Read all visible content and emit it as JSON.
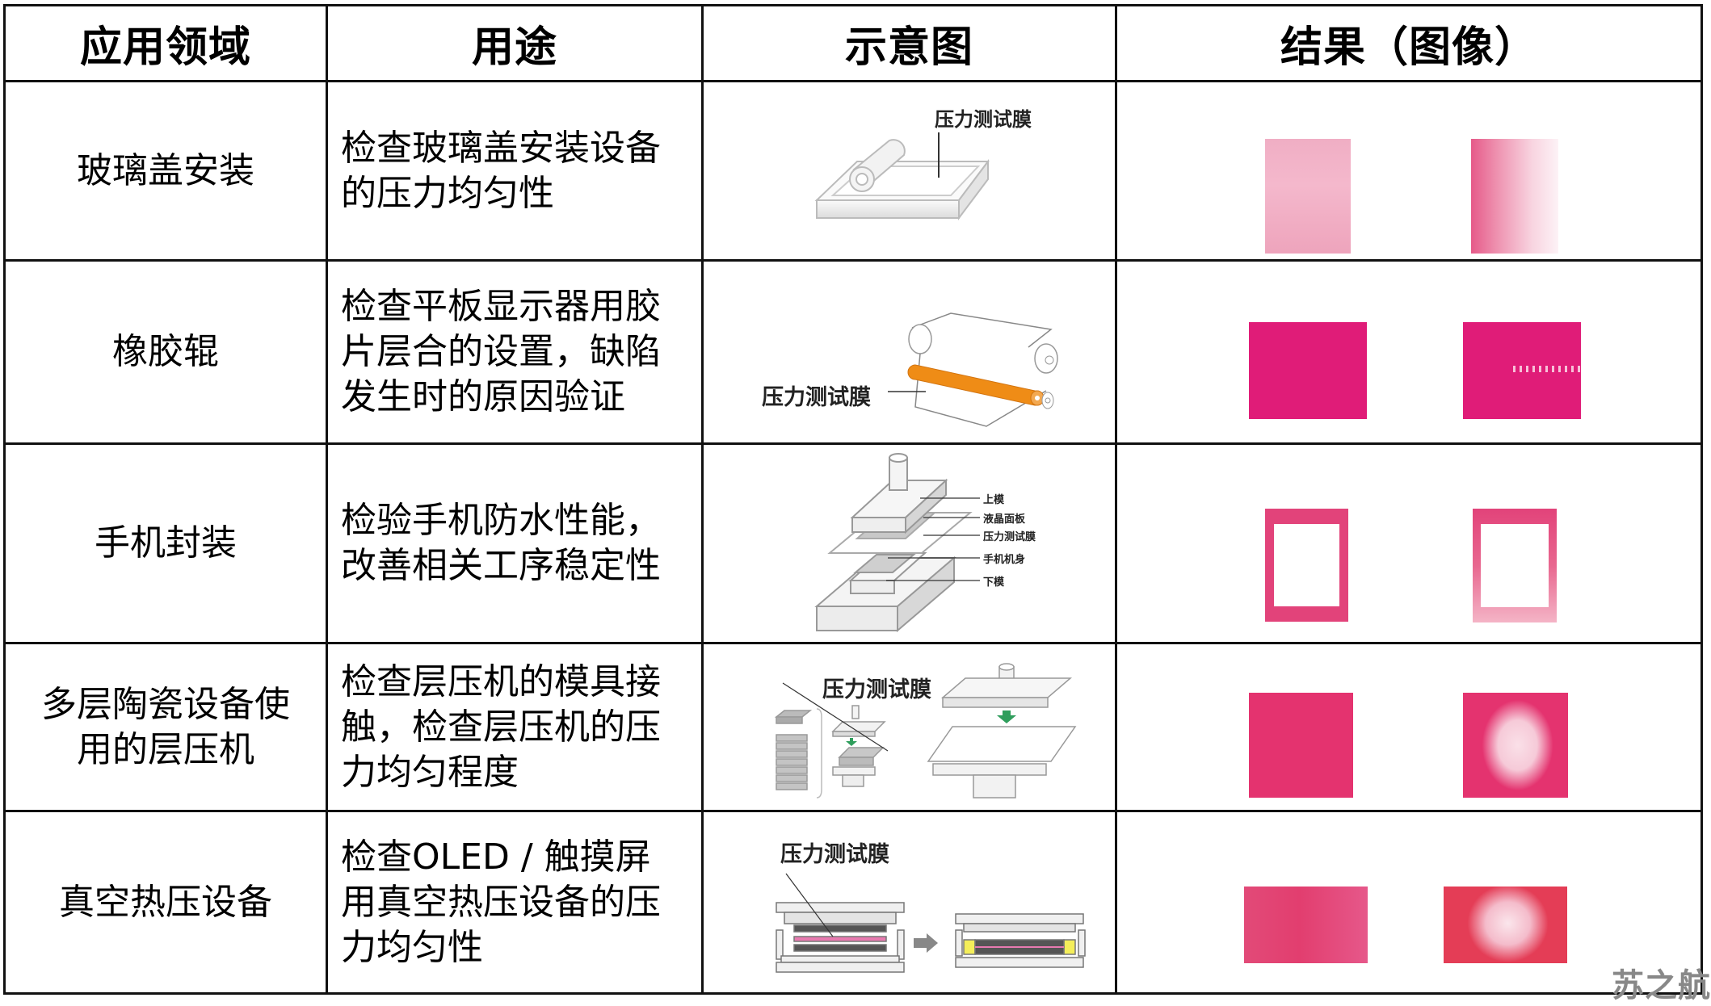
{
  "table": {
    "headers": [
      "应用领域",
      "用途",
      "示意图",
      "结果（图像）"
    ],
    "rows": [
      {
        "field": "玻璃盖安装",
        "purpose": "检查玻璃盖安装设备的压力均匀性",
        "purpose_lines": [
          "检查玻璃盖安装设备",
          "的压力均匀性"
        ],
        "diagram": {
          "type": "roller-on-frame",
          "labels": [
            "压力测试膜"
          ]
        },
        "results": [
          {
            "style": "light-uniform",
            "color": "#f0a8c0"
          },
          {
            "style": "gradient-streaks",
            "color": "#e8648f"
          }
        ]
      },
      {
        "field": "橡胶辊",
        "purpose": "检查平板显示器用胶片层合的设置，缺陷发生时的原因验证",
        "purpose_lines": [
          "检查平板显示器用胶",
          "片层合的设置，缺陷",
          "发生时的原因验证"
        ],
        "diagram": {
          "type": "rubber-roller",
          "labels": [
            "压力测试膜"
          ],
          "accent": "#f0901a"
        },
        "results": [
          {
            "style": "solid",
            "color": "#e01c78"
          },
          {
            "style": "solid-with-gaps",
            "color": "#e01c78"
          }
        ]
      },
      {
        "field": "手机封装",
        "purpose": "检验手机防水性能，改善相关工序稳定性",
        "purpose_lines": [
          "检验手机防水性能，",
          "改善相关工序稳定性"
        ],
        "diagram": {
          "type": "press-stack",
          "labels": [
            "上模",
            "液晶面板",
            "压力测试膜",
            "手机机身",
            "下模"
          ]
        },
        "results": [
          {
            "style": "frame-uniform",
            "color": "#e2437a"
          },
          {
            "style": "frame-fading",
            "color": "#e2437a"
          }
        ]
      },
      {
        "field": "多层陶瓷设备使用的层压机",
        "field_lines": [
          "多层陶瓷设备使",
          "用的层压机"
        ],
        "purpose": "检查层压机的模具接触，检查层压机的压力均匀程度",
        "purpose_lines": [
          "检查层压机的模具接",
          "触，检查层压机的压",
          "力均匀程度"
        ],
        "diagram": {
          "type": "laminator",
          "labels": [
            "压力测试膜"
          ],
          "accent": "#2f9e5c"
        },
        "results": [
          {
            "style": "solid-textured",
            "color": "#e4336f"
          },
          {
            "style": "center-blank",
            "color": "#e4336f"
          }
        ]
      },
      {
        "field": "真空热压设备",
        "purpose": "检查OLED / 触摸屏用真空热压设备的压力均匀性",
        "purpose_lines": [
          "检查OLED / 触摸屏",
          "用真空热压设备的压",
          "力均匀性"
        ],
        "diagram": {
          "type": "vacuum-hot-press",
          "labels": [
            "压力测试膜"
          ],
          "film_color": "#e87ab0",
          "seal_color": "#f4ee5a"
        },
        "results": [
          {
            "style": "solid-textured",
            "color": "#e23e6f"
          },
          {
            "style": "center-faded",
            "color": "#e43d56"
          }
        ]
      }
    ]
  },
  "watermark": "苏之航"
}
